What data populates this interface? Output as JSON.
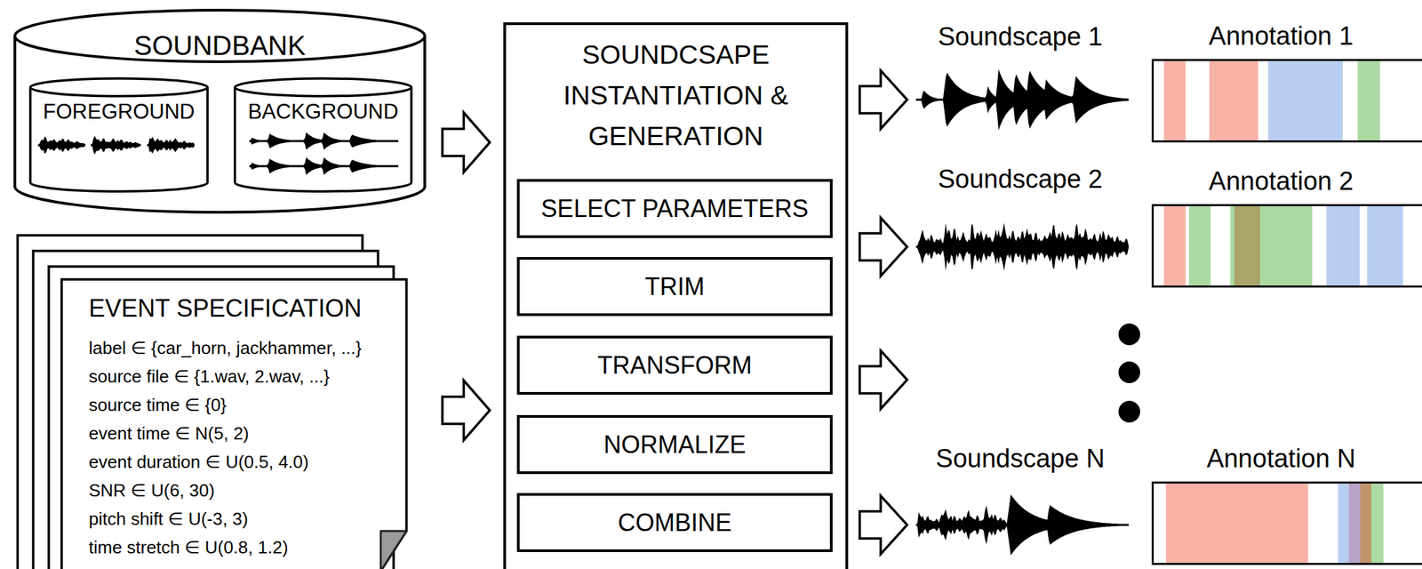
{
  "diagram": {
    "nodes": [
      {
        "text": [
          "SOUNDBANK"
        ]
      },
      {
        "text": [
          "FOREGROUND"
        ],
        "in": 0
      },
      {
        "text": [
          "BACKGROUND"
        ],
        "in": 0
      },
      {
        "text": [
          "EVENT SPECIFICATION",
          "label ∈ {car_horn, jackhammer, ...}",
          "source file ∈ {1.wav, 2.wav, ...}",
          "source time ∈ {0}",
          "event time ∈ N(5, 2)",
          "event duration ∈ U(0.5, 4.0)",
          "SNR ∈ U(6, 30)",
          "pitch shift ∈ U(-3, 3)",
          "time stretch ∈ U(0.8, 1.2)"
        ]
      },
      {
        "text": [
          "SOUNDCSAPE INSTANTIATION & GENERATION"
        ]
      },
      {
        "text": [
          "SELECT PARAMETERS"
        ],
        "in": 4
      },
      {
        "text": [
          "TRIM"
        ],
        "in": 4
      },
      {
        "text": [
          "TRANSFORM"
        ],
        "in": 4
      },
      {
        "text": [
          "NORMALIZE"
        ],
        "in": 4
      },
      {
        "text": [
          "COMBINE"
        ],
        "in": 4
      },
      {
        "text": [
          "Annotation 1"
        ]
      },
      {
        "text": [
          "Annotation 2"
        ]
      },
      {
        "text": [
          "Annotation N"
        ]
      }
    ],
    "edges": [
      {
        "from": 0,
        "to": 4,
        "arrow": "to"
      },
      {
        "from": 3,
        "to": 4,
        "arrow": "to"
      }
    ],
    "labels": [
      "Soundscape 1",
      "Soundscape 2",
      "Soundscape N"
    ]
  }
}
